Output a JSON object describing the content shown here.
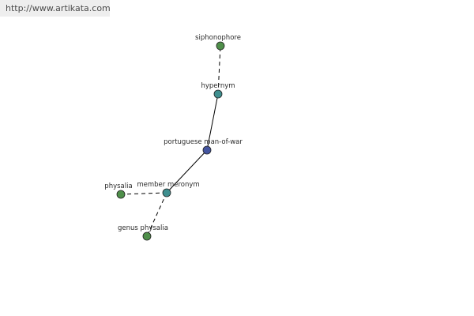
{
  "watermark": {
    "url": "http://www.artikata.com"
  },
  "colors": {
    "center_node": "#4455a0",
    "relation_node": "#3f8f8f",
    "term_node": "#4f8f4a",
    "edge": "#000000"
  },
  "graph": {
    "nodes": [
      {
        "id": "siphonophore",
        "label": "siphonophore",
        "kind": "term"
      },
      {
        "id": "hypernym",
        "label": "hypernym",
        "kind": "relation"
      },
      {
        "id": "portuguese-man-of-war",
        "label": "portuguese man-of-war",
        "kind": "center"
      },
      {
        "id": "member-meronym",
        "label": "member meronym",
        "kind": "relation"
      },
      {
        "id": "physalia",
        "label": "physalia",
        "kind": "term"
      },
      {
        "id": "genus-physalia",
        "label": "genus physalia",
        "kind": "term"
      }
    ],
    "edges": [
      {
        "from": "hypernym",
        "to": "siphonophore",
        "style": "dashed"
      },
      {
        "from": "portuguese-man-of-war",
        "to": "hypernym",
        "style": "solid"
      },
      {
        "from": "portuguese-man-of-war",
        "to": "member-meronym",
        "style": "solid"
      },
      {
        "from": "member-meronym",
        "to": "physalia",
        "style": "dashed"
      },
      {
        "from": "member-meronym",
        "to": "genus-physalia",
        "style": "dashed"
      }
    ]
  }
}
